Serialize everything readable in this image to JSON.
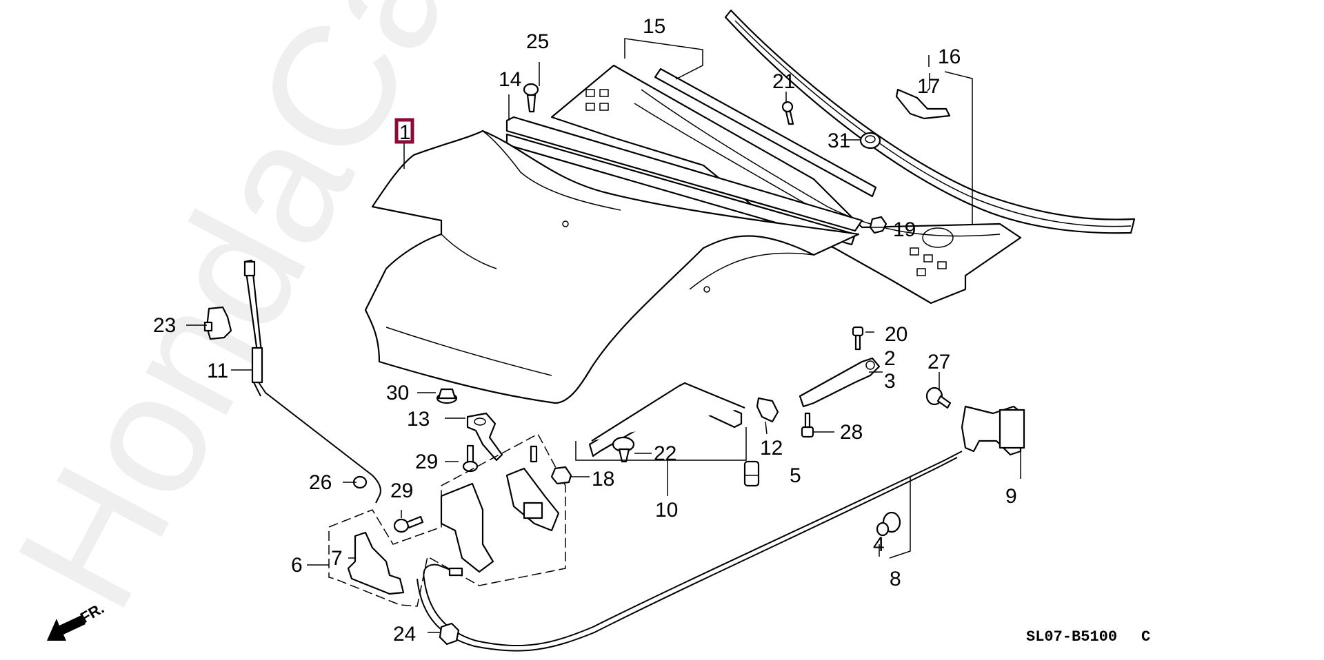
{
  "diagram": {
    "title": "Hood / Hood Latch / Cowl Top exploded parts diagram",
    "watermark": "HondaCarMine.ru",
    "diagram_code": "SL07-B5100",
    "revision_mark": "C",
    "direction_label": "FR.",
    "highlight_color": "#8b0a3a",
    "selected_part": "1",
    "callouts": [
      {
        "id": "c1",
        "label": "1",
        "part": "hood",
        "highlighted": true
      },
      {
        "id": "c2",
        "label": "2",
        "part": "hood hinge (right)"
      },
      {
        "id": "c3",
        "label": "3",
        "part": "hood hinge (left)"
      },
      {
        "id": "c4",
        "label": "4",
        "part": "cable grommet"
      },
      {
        "id": "c5",
        "label": "5",
        "part": "hood cushion"
      },
      {
        "id": "c6",
        "label": "6",
        "part": "hood lock assembly"
      },
      {
        "id": "c7",
        "label": "7",
        "part": "lock cover"
      },
      {
        "id": "c8",
        "label": "8",
        "part": "hood release cable"
      },
      {
        "id": "c9",
        "label": "9",
        "part": "hood release lever"
      },
      {
        "id": "c10",
        "label": "10",
        "part": "hood seal rubber"
      },
      {
        "id": "c11",
        "label": "11",
        "part": "hood support rod"
      },
      {
        "id": "c12",
        "label": "12",
        "part": "clip"
      },
      {
        "id": "c13",
        "label": "13",
        "part": "support rod holder"
      },
      {
        "id": "c14",
        "label": "14",
        "part": "hood seal (front)"
      },
      {
        "id": "c15",
        "label": "15",
        "part": "cowl top"
      },
      {
        "id": "c16",
        "label": "16",
        "part": "windshield molding"
      },
      {
        "id": "c17",
        "label": "17",
        "part": "molding clip"
      },
      {
        "id": "c18",
        "label": "18",
        "part": "hood bumper"
      },
      {
        "id": "c19",
        "label": "19",
        "part": "nut"
      },
      {
        "id": "c20",
        "label": "20",
        "part": "bolt"
      },
      {
        "id": "c21",
        "label": "21",
        "part": "screw"
      },
      {
        "id": "c22",
        "label": "22",
        "part": "clip"
      },
      {
        "id": "c23",
        "label": "23",
        "part": "clamp"
      },
      {
        "id": "c24",
        "label": "24",
        "part": "cable clamp"
      },
      {
        "id": "c25",
        "label": "25",
        "part": "clip"
      },
      {
        "id": "c26",
        "label": "26",
        "part": "grommet"
      },
      {
        "id": "c27",
        "label": "27",
        "part": "bolt"
      },
      {
        "id": "c28",
        "label": "28",
        "part": "bolt-washer"
      },
      {
        "id": "c29a",
        "label": "29",
        "part": "bolt-washer"
      },
      {
        "id": "c29b",
        "label": "29",
        "part": "bolt-washer"
      },
      {
        "id": "c30",
        "label": "30",
        "part": "plug"
      },
      {
        "id": "c31",
        "label": "31",
        "part": "grommet"
      }
    ]
  }
}
